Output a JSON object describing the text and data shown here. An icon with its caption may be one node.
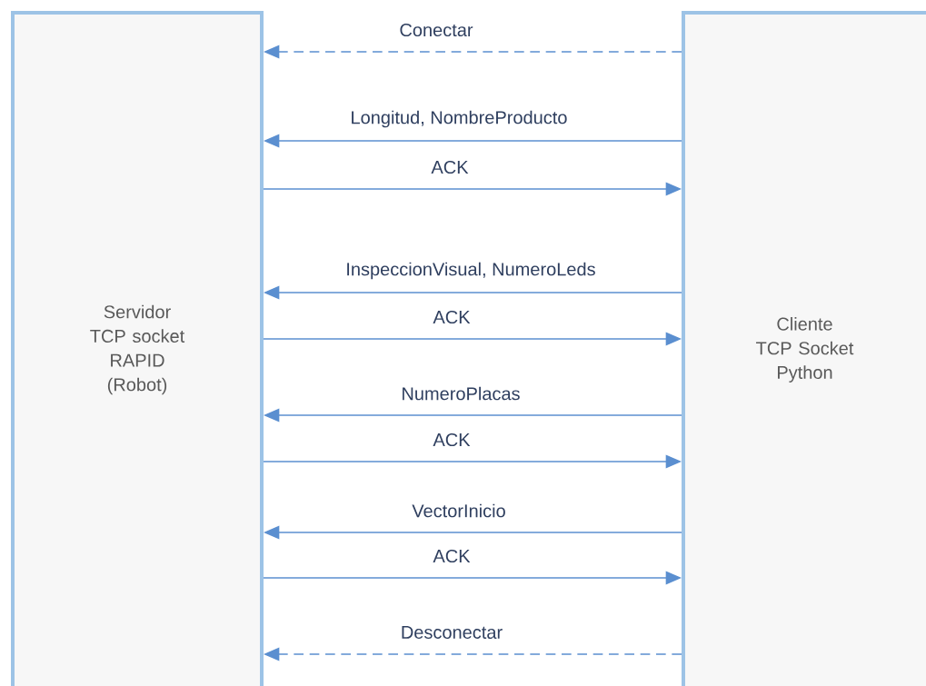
{
  "diagram": {
    "nodes": [
      {
        "text": [
          "Servidor TCP socket RAPID (Robot)"
        ]
      },
      {
        "text": [
          "Cliente TCP Socket Python"
        ]
      }
    ],
    "edges": [
      {
        "from": 1,
        "to": 0,
        "arrow": "to",
        "label": "Conectar",
        "style": "dashed"
      },
      {
        "from": 1,
        "to": 0,
        "arrow": "to",
        "label": "Longitud, NombreProducto"
      },
      {
        "from": 0,
        "to": 1,
        "arrow": "to",
        "label": "ACK"
      },
      {
        "from": 1,
        "to": 0,
        "arrow": "to",
        "label": "InspeccionVisual, NumeroLeds"
      },
      {
        "from": 0,
        "to": 1,
        "arrow": "to",
        "label": "ACK"
      },
      {
        "from": 1,
        "to": 0,
        "arrow": "to",
        "label": "NumeroPlacas"
      },
      {
        "from": 0,
        "to": 1,
        "arrow": "to",
        "label": "ACK"
      },
      {
        "from": 1,
        "to": 0,
        "arrow": "to",
        "label": "VectorInicio"
      },
      {
        "from": 0,
        "to": 1,
        "arrow": "to",
        "label": "ACK"
      },
      {
        "from": 1,
        "to": 0,
        "arrow": "to",
        "label": "Desconectar",
        "style": "dashed"
      }
    ]
  }
}
